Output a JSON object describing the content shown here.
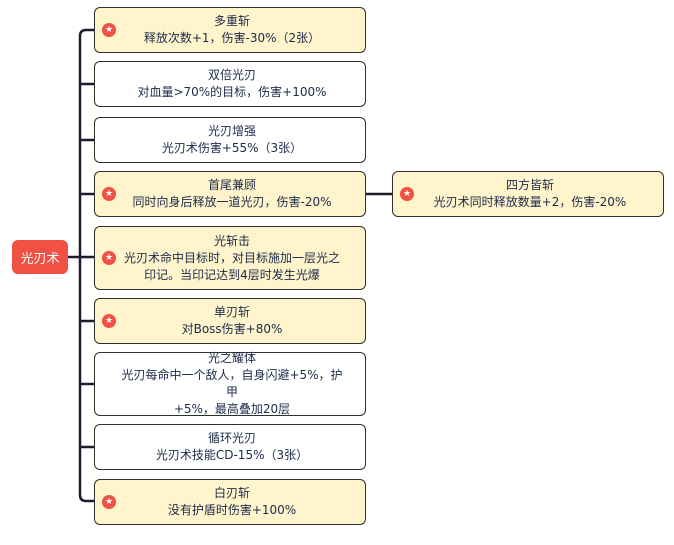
{
  "root": {
    "label": "光刃术"
  },
  "branches": [
    {
      "title": "多重斩",
      "desc": "释放次数+1，伤害-30%（2张）",
      "starred": true
    },
    {
      "title": "双倍光刃",
      "desc": "对血量>70%的目标，伤害+100%",
      "starred": false
    },
    {
      "title": "光刃增强",
      "desc": "光刃术伤害+55%（3张）",
      "starred": false
    },
    {
      "title": "首尾兼顾",
      "desc": "同时向身后释放一道光刃，伤害-20%",
      "starred": true
    },
    {
      "title": "光斩击",
      "desc": "光刃术命中目标时，对目标施加一层光之\n印记。当印记达到4层时发生光爆",
      "starred": true
    },
    {
      "title": "单刃斩",
      "desc": "对Boss伤害+80%",
      "starred": true
    },
    {
      "title": "光之耀体",
      "desc": "光刃每命中一个敌人，自身闪避+5%，护甲\n+5%，最高叠加20层",
      "starred": false
    },
    {
      "title": "循环光刃",
      "desc": "光刃术技能CD-15%（3张）",
      "starred": false
    },
    {
      "title": "白刃斩",
      "desc": "没有护盾时伤害+100%",
      "starred": true
    }
  ],
  "child": {
    "parent_title": "首尾兼顾",
    "title": "四方皆斩",
    "desc": "光刃术同时释放数量+2，伤害-20%",
    "starred": true
  },
  "colors": {
    "root": "#f05142",
    "highlight": "#fff4cc",
    "border": "#2f2f2f",
    "line": "#1c1c2e",
    "badge": "#f05142"
  },
  "badge_icon": "star-icon"
}
